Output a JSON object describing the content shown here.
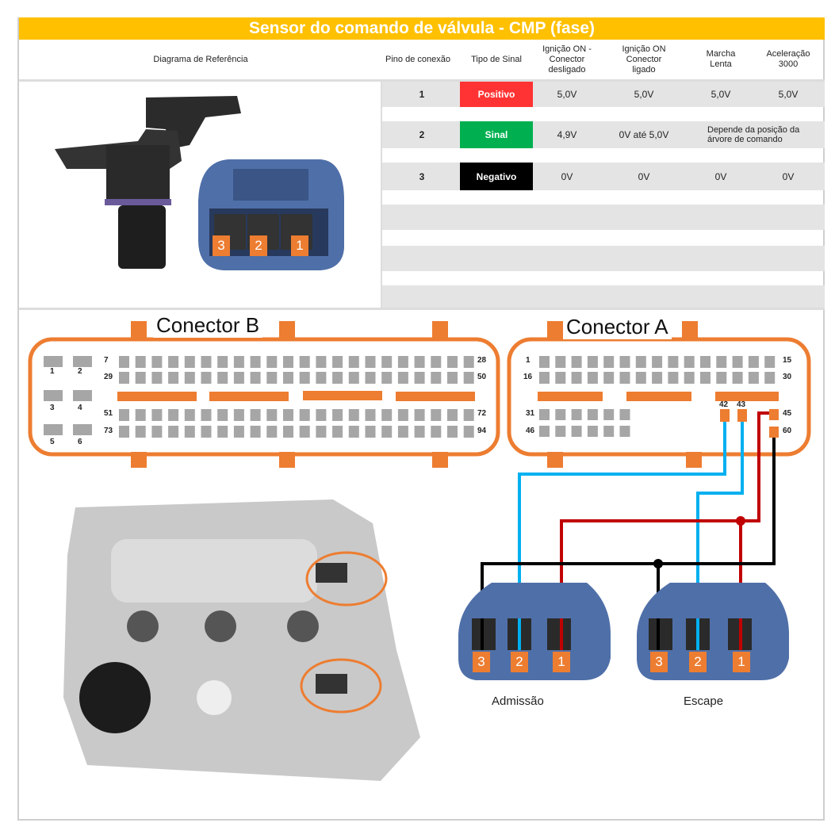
{
  "title": "Sensor do comando de válvula - CMP (fase)",
  "header": {
    "diagram": "Diagrama de Referência",
    "pin": "Pino de conexão",
    "signal_type": "Tipo de Sinal",
    "ign_on_disc": "Ignição ON - Conector desligado",
    "ign_on_conn": "Ignição ON Conector ligado",
    "idle": "Marcha Lenta",
    "accel": "Aceleração 3000"
  },
  "rows": [
    {
      "pin": "1",
      "type": "Positivo",
      "color": "#FF3333",
      "v1": "5,0V",
      "v2": "5,0V",
      "v3": "5,0V",
      "v4": "5,0V"
    },
    {
      "pin": "2",
      "type": "Sinal",
      "color": "#00B050",
      "v1": "4,9V",
      "v2": "0V até  5,0V",
      "v34": "Depende da posição da árvore de comando"
    },
    {
      "pin": "3",
      "type": "Negativo",
      "color": "#000000",
      "v1": "0V",
      "v2": "0V",
      "v3": "0V",
      "v4": "0V"
    }
  ],
  "sensor_pins": [
    "3",
    "2",
    "1"
  ],
  "connector_b": {
    "title": "Conector B",
    "labels": [
      "1",
      "2",
      "3",
      "4",
      "5",
      "6",
      "7",
      "28",
      "29",
      "50",
      "51",
      "72",
      "73",
      "94"
    ]
  },
  "connector_a": {
    "title": "Conector A",
    "labels": [
      "1",
      "15",
      "16",
      "30",
      "31",
      "46",
      "42",
      "43",
      "45",
      "60"
    ]
  },
  "harness": {
    "left": "Admissão",
    "right": "Escape",
    "pins": [
      "3",
      "2",
      "1"
    ]
  },
  "colors": {
    "accent": "#FFC000",
    "orange": "#ED7D31",
    "blue": "#00B0F0",
    "red": "#C00000",
    "black": "#000000"
  }
}
